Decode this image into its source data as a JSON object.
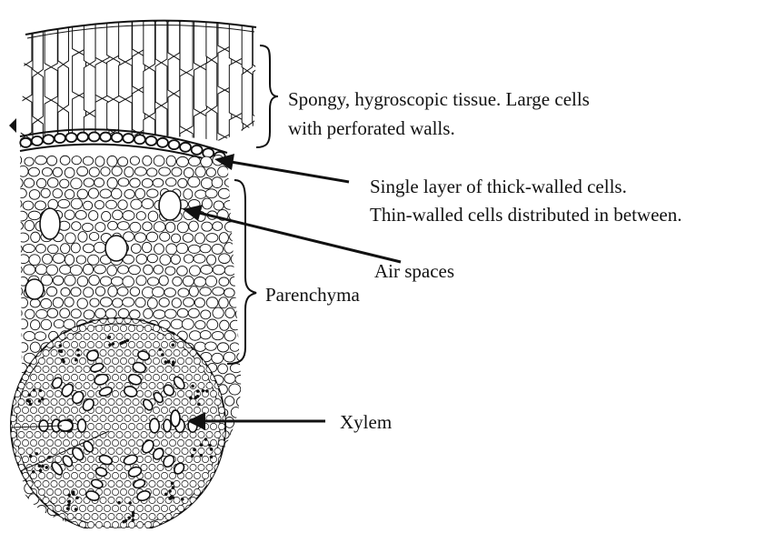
{
  "labels": {
    "spongy_line1": "Spongy, hygroscopic tissue. Large cells",
    "spongy_line2": "with perforated walls.",
    "thick_line1": "Single layer of thick-walled cells.",
    "thick_line2": "Thin-walled cells distributed in between.",
    "air_spaces": "Air spaces",
    "parenchyma": "Parenchyma",
    "xylem": "Xylem"
  },
  "colors": {
    "ink": "#111111",
    "background": "#ffffff"
  }
}
